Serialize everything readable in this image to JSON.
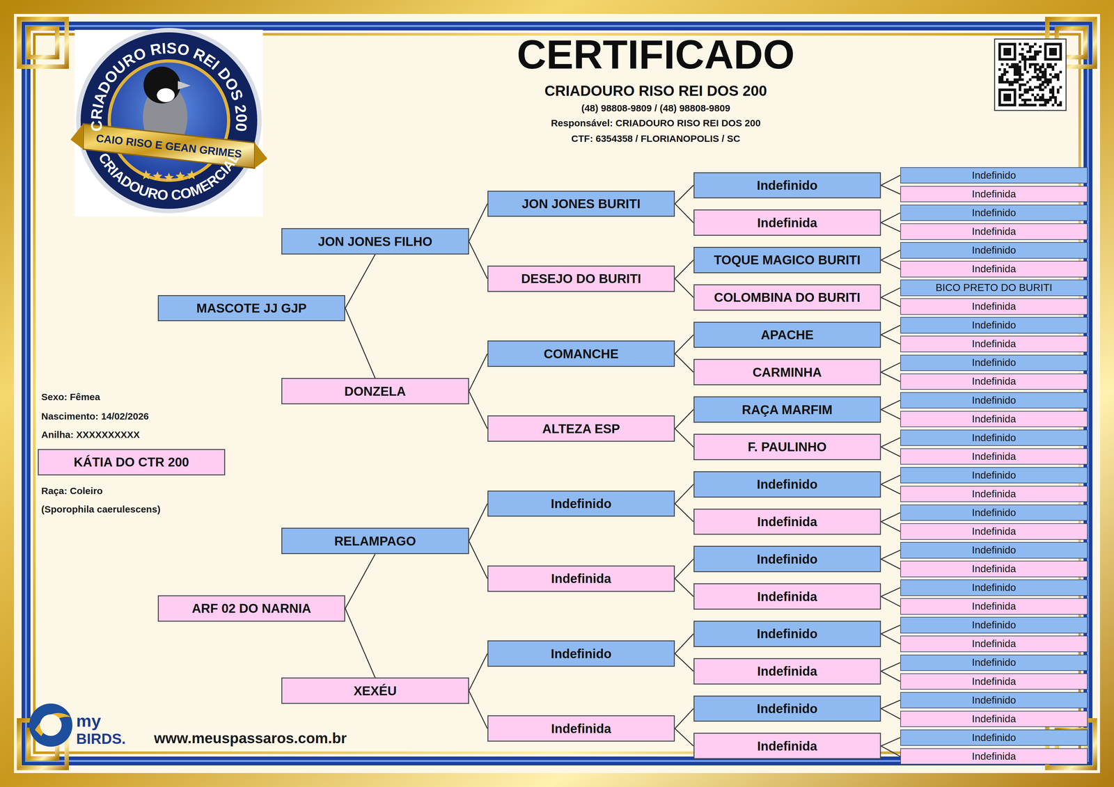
{
  "diagram": {
    "title": "CERTIFICADO",
    "nodes": [
      {
        "text": [
          "KÁTIA DO CTR 200"
        ]
      },
      {
        "text": [
          "MASCOTE JJ GJP"
        ]
      },
      {
        "text": [
          "ARF 02 DO NARNIA"
        ]
      },
      {
        "text": [
          "JON JONES FILHO"
        ]
      },
      {
        "text": [
          "DONZELA"
        ]
      },
      {
        "text": [
          "RELAMPAGO"
        ]
      },
      {
        "text": [
          "XEXÉU"
        ]
      },
      {
        "text": [
          "JON JONES BURITI"
        ]
      },
      {
        "text": [
          "DESEJO DO BURITI"
        ]
      },
      {
        "text": [
          "COMANCHE"
        ]
      },
      {
        "text": [
          "ALTEZA ESP"
        ]
      },
      {
        "text": [
          "Indefinido"
        ]
      },
      {
        "text": [
          "Indefinida"
        ]
      },
      {
        "text": [
          "Indefinido"
        ]
      },
      {
        "text": [
          "Indefinida"
        ]
      },
      {
        "text": [
          "Indefinido"
        ]
      },
      {
        "text": [
          "Indefinida"
        ]
      },
      {
        "text": [
          "TOQUE MAGICO BURITI"
        ]
      },
      {
        "text": [
          "COLOMBINA DO BURITI"
        ]
      },
      {
        "text": [
          "APACHE"
        ]
      },
      {
        "text": [
          "CARMINHA"
        ]
      },
      {
        "text": [
          "RAÇA MARFIM"
        ]
      },
      {
        "text": [
          "F. PAULINHO"
        ]
      },
      {
        "text": [
          "Indefinido"
        ]
      },
      {
        "text": [
          "Indefinida"
        ]
      },
      {
        "text": [
          "Indefinido"
        ]
      },
      {
        "text": [
          "Indefinida"
        ]
      },
      {
        "text": [
          "Indefinido"
        ]
      },
      {
        "text": [
          "Indefinida"
        ]
      },
      {
        "text": [
          "Indefinido"
        ]
      },
      {
        "text": [
          "Indefinida"
        ]
      },
      {
        "text": [
          "Indefinido"
        ]
      },
      {
        "text": [
          "Indefinida"
        ]
      },
      {
        "text": [
          "Indefinido"
        ]
      },
      {
        "text": [
          "Indefinida"
        ]
      },
      {
        "text": [
          "Indefinido"
        ]
      },
      {
        "text": [
          "Indefinida"
        ]
      },
      {
        "text": [
          "BICO PRETO DO BURITI"
        ]
      },
      {
        "text": [
          "Indefinida"
        ]
      },
      {
        "text": [
          "Indefinido"
        ]
      },
      {
        "text": [
          "Indefinida"
        ]
      },
      {
        "text": [
          "Indefinido"
        ]
      },
      {
        "text": [
          "Indefinida"
        ]
      },
      {
        "text": [
          "Indefinido"
        ]
      },
      {
        "text": [
          "Indefinida"
        ]
      },
      {
        "text": [
          "Indefinido"
        ]
      },
      {
        "text": [
          "Indefinida"
        ]
      },
      {
        "text": [
          "Indefinido"
        ]
      },
      {
        "text": [
          "Indefinida"
        ]
      },
      {
        "text": [
          "Indefinido"
        ]
      },
      {
        "text": [
          "Indefinida"
        ]
      },
      {
        "text": [
          "Indefinido"
        ]
      },
      {
        "text": [
          "Indefinida"
        ]
      },
      {
        "text": [
          "Indefinido"
        ]
      },
      {
        "text": [
          "Indefinida"
        ]
      },
      {
        "text": [
          "Indefinido"
        ]
      },
      {
        "text": [
          "Indefinida"
        ]
      },
      {
        "text": [
          "Indefinido"
        ]
      },
      {
        "text": [
          "Indefinida"
        ]
      },
      {
        "text": [
          "Indefinido"
        ]
      },
      {
        "text": [
          "Indefinida"
        ]
      },
      {
        "text": [
          "Indefinido"
        ]
      },
      {
        "text": [
          "Indefinida"
        ]
      }
    ],
    "edges": [
      {
        "from": 1,
        "to": 3,
        "arrow": "none"
      },
      {
        "from": 1,
        "to": 4,
        "arrow": "none"
      },
      {
        "from": 2,
        "to": 5,
        "arrow": "none"
      },
      {
        "from": 2,
        "to": 6,
        "arrow": "none"
      },
      {
        "from": 3,
        "to": 7,
        "arrow": "none"
      },
      {
        "from": 3,
        "to": 8,
        "arrow": "none"
      },
      {
        "from": 4,
        "to": 9,
        "arrow": "none"
      },
      {
        "from": 4,
        "to": 10,
        "arrow": "none"
      },
      {
        "from": 5,
        "to": 11,
        "arrow": "none"
      },
      {
        "from": 5,
        "to": 12,
        "arrow": "none"
      },
      {
        "from": 6,
        "to": 13,
        "arrow": "none"
      },
      {
        "from": 6,
        "to": 14,
        "arrow": "none"
      },
      {
        "from": 7,
        "to": 15,
        "arrow": "none"
      },
      {
        "from": 7,
        "to": 16,
        "arrow": "none"
      },
      {
        "from": 8,
        "to": 17,
        "arrow": "none"
      },
      {
        "from": 8,
        "to": 18,
        "arrow": "none"
      },
      {
        "from": 9,
        "to": 19,
        "arrow": "none"
      },
      {
        "from": 9,
        "to": 20,
        "arrow": "none"
      },
      {
        "from": 10,
        "to": 21,
        "arrow": "none"
      },
      {
        "from": 10,
        "to": 22,
        "arrow": "none"
      },
      {
        "from": 11,
        "to": 23,
        "arrow": "none"
      },
      {
        "from": 11,
        "to": 24,
        "arrow": "none"
      },
      {
        "from": 12,
        "to": 25,
        "arrow": "none"
      },
      {
        "from": 12,
        "to": 26,
        "arrow": "none"
      },
      {
        "from": 13,
        "to": 27,
        "arrow": "none"
      },
      {
        "from": 13,
        "to": 28,
        "arrow": "none"
      },
      {
        "from": 14,
        "to": 29,
        "arrow": "none"
      },
      {
        "from": 14,
        "to": 30,
        "arrow": "none"
      },
      {
        "from": 15,
        "to": 31,
        "arrow": "none"
      },
      {
        "from": 15,
        "to": 32,
        "arrow": "none"
      },
      {
        "from": 16,
        "to": 33,
        "arrow": "none"
      },
      {
        "from": 16,
        "to": 34,
        "arrow": "none"
      },
      {
        "from": 17,
        "to": 35,
        "arrow": "none"
      },
      {
        "from": 17,
        "to": 36,
        "arrow": "none"
      },
      {
        "from": 18,
        "to": 37,
        "arrow": "none"
      },
      {
        "from": 18,
        "to": 38,
        "arrow": "none"
      },
      {
        "from": 19,
        "to": 39,
        "arrow": "none"
      },
      {
        "from": 19,
        "to": 40,
        "arrow": "none"
      },
      {
        "from": 20,
        "to": 41,
        "arrow": "none"
      },
      {
        "from": 20,
        "to": 42,
        "arrow": "none"
      },
      {
        "from": 21,
        "to": 43,
        "arrow": "none"
      },
      {
        "from": 21,
        "to": 44,
        "arrow": "none"
      },
      {
        "from": 22,
        "to": 45,
        "arrow": "none"
      },
      {
        "from": 22,
        "to": 46,
        "arrow": "none"
      },
      {
        "from": 23,
        "to": 47,
        "arrow": "none"
      },
      {
        "from": 23,
        "to": 48,
        "arrow": "none"
      },
      {
        "from": 24,
        "to": 49,
        "arrow": "none"
      },
      {
        "from": 24,
        "to": 50,
        "arrow": "none"
      },
      {
        "from": 25,
        "to": 51,
        "arrow": "none"
      },
      {
        "from": 25,
        "to": 52,
        "arrow": "none"
      },
      {
        "from": 26,
        "to": 53,
        "arrow": "none"
      },
      {
        "from": 26,
        "to": 54,
        "arrow": "none"
      },
      {
        "from": 27,
        "to": 55,
        "arrow": "none"
      },
      {
        "from": 27,
        "to": 56,
        "arrow": "none"
      },
      {
        "from": 28,
        "to": 57,
        "arrow": "none"
      },
      {
        "from": 28,
        "to": 58,
        "arrow": "none"
      },
      {
        "from": 29,
        "to": 59,
        "arrow": "none"
      },
      {
        "from": 29,
        "to": 60,
        "arrow": "none"
      },
      {
        "from": 30,
        "to": 61,
        "arrow": "none"
      },
      {
        "from": 30,
        "to": 62,
        "arrow": "none"
      }
    ],
    "labels": [
      "CRIADOURO RISO REI DOS 200",
      "CAIO RISO E GEAN GRIMES",
      "CRIADOURO COMERCIAL",
      "CRIADOURO RISO REI DOS 200",
      "(48) 98808-9809 / (48) 98808-9809",
      "Responsável: CRIADOURO RISO REI DOS 200",
      "CTF: 6354358 / FLORIANOPOLIS / SC",
      "Sexo: Fêmea",
      "Nascimento: 14/02/2026",
      "Anilha: XXXXXXXXXX",
      "Raça: Coleiro",
      "(Sporophila caerulescens)",
      "my",
      "BIRDS.",
      "www.meuspassaros.com.br"
    ]
  }
}
